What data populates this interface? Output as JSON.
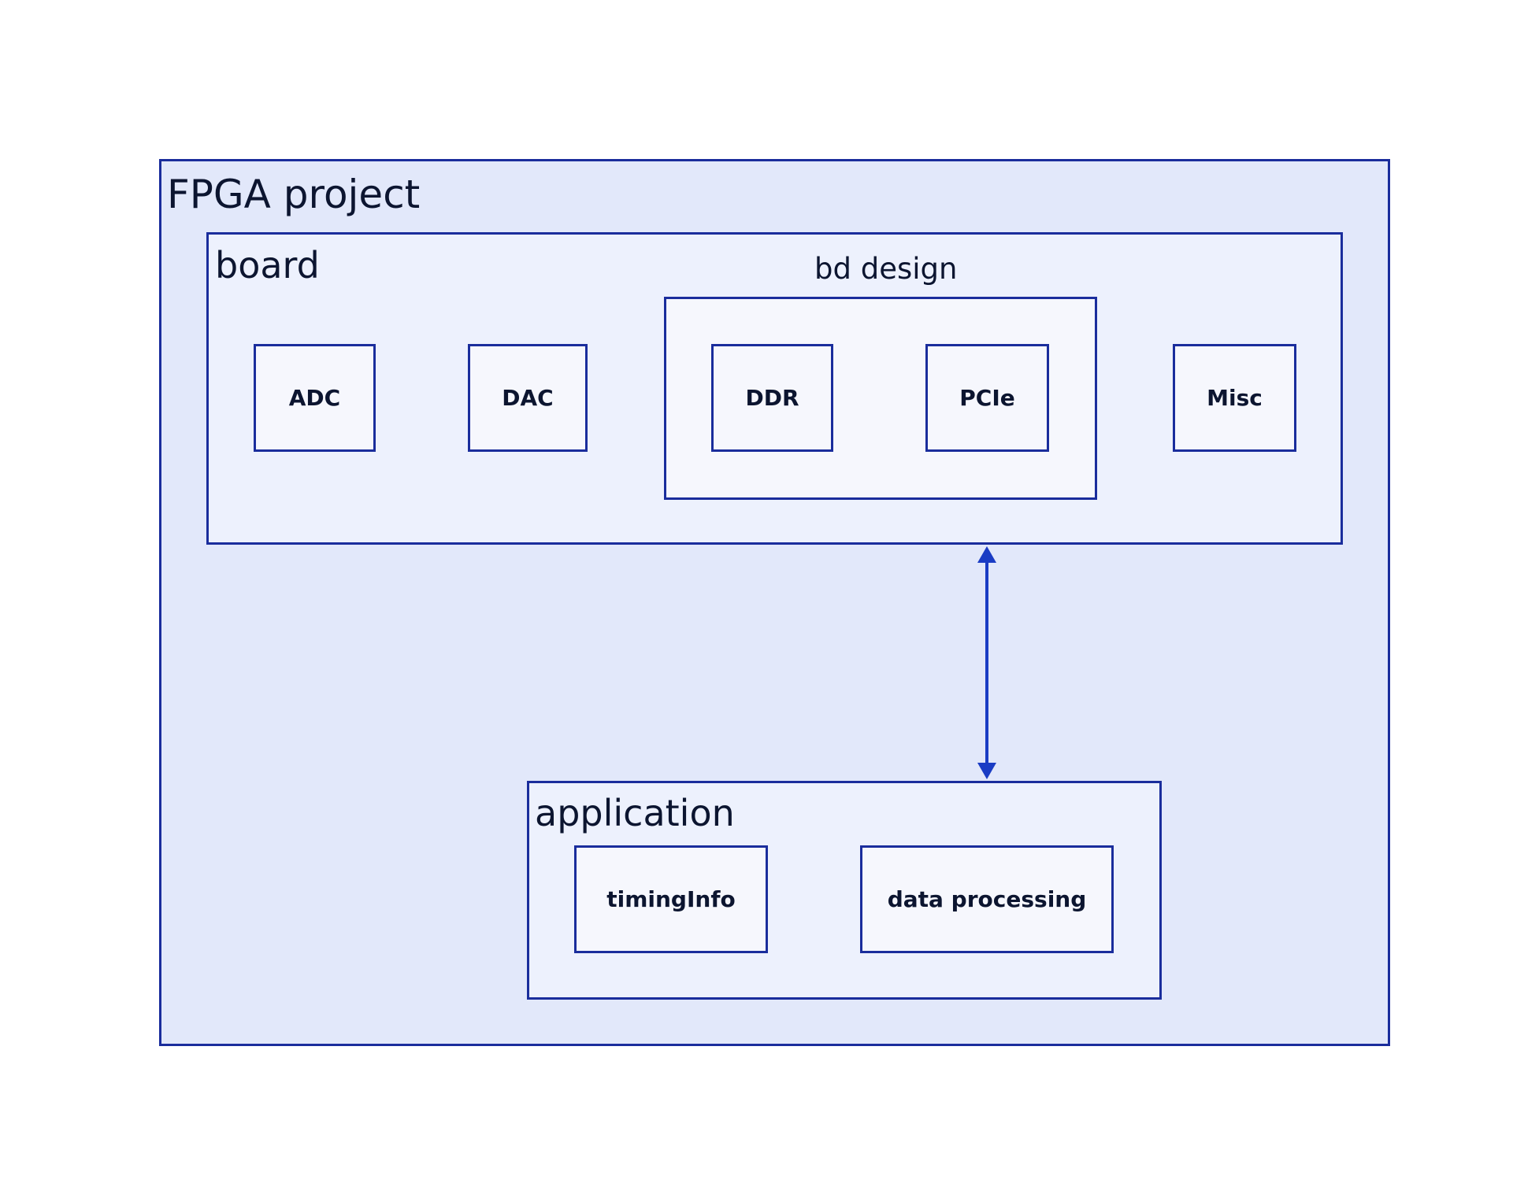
{
  "diagram": {
    "groups": {
      "project": {
        "label": "FPGA project"
      },
      "board": {
        "label": "board"
      },
      "bd_design": {
        "label": "bd design"
      },
      "application": {
        "label": "application"
      }
    },
    "nodes": {
      "adc": "ADC",
      "dac": "DAC",
      "ddr": "DDR",
      "pcie": "PCIe",
      "misc": "Misc",
      "timing_info": "timingInfo",
      "data_processing": "data processing"
    },
    "edges": [
      {
        "from": "board",
        "to": "application",
        "direction": "both",
        "label": ""
      }
    ]
  },
  "colors": {
    "border": "#1a2d9c",
    "arrow": "#1a3cc4",
    "project_fill": "#e2e8fa",
    "board_fill": "#edf1fd",
    "inner_fill": "#f6f7fd",
    "text": "#0c1530"
  }
}
